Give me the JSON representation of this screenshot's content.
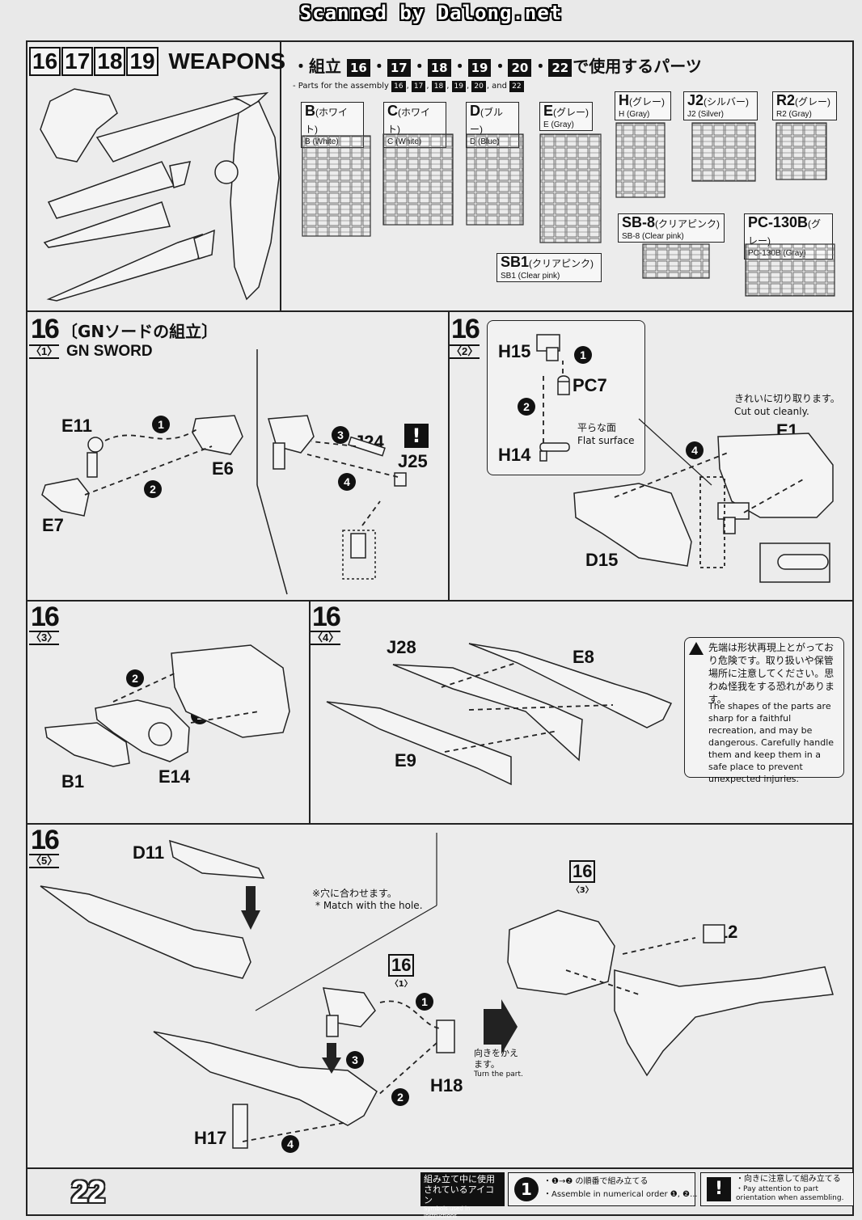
{
  "scan_credit": "Scanned by Dalong.net",
  "header": {
    "step_numbers": [
      "16",
      "17",
      "18",
      "19"
    ],
    "title": "WEAPONS"
  },
  "parts_list": {
    "title_jp": "・組立",
    "title_jp_steps": [
      "16",
      "17",
      "18",
      "19",
      "20",
      "22"
    ],
    "title_jp_suffix": "で使用するパーツ",
    "title_en": "- Parts for the assembly",
    "title_en_steps": [
      "16",
      "17",
      "18",
      "19",
      "20"
    ],
    "title_en_and": ", and",
    "title_en_last": "22",
    "runners": [
      {
        "code": "B",
        "jp": "(ホワイト)",
        "en": "B (White)"
      },
      {
        "code": "C",
        "jp": "(ホワイト)",
        "en": "C (White)"
      },
      {
        "code": "D",
        "jp": "(ブルー)",
        "en": "D (Blue)"
      },
      {
        "code": "E",
        "jp": "(グレー)",
        "en": "E (Gray)"
      },
      {
        "code": "H",
        "jp": "(グレー)",
        "en": "H (Gray)"
      },
      {
        "code": "J2",
        "jp": "(シルバー)",
        "en": "J2 (Silver)"
      },
      {
        "code": "R2",
        "jp": "(グレー)",
        "en": "R2 (Gray)"
      },
      {
        "code": "SB-8",
        "jp": "(クリアピンク)",
        "en": "SB-8 (Clear pink)"
      },
      {
        "code": "PC-130B",
        "jp": "(グレー)",
        "en": "PC-130B (Gray)"
      },
      {
        "code": "SB1",
        "jp": "(クリアピンク)",
        "en": "SB1 (Clear pink)"
      }
    ]
  },
  "step16_1": {
    "step": "16",
    "sub": "〈1〉",
    "title_jp": "〔GNソードの組立〕",
    "title_en": "GN SWORD",
    "parts": [
      "E11",
      "E6",
      "E7",
      "J24",
      "J25"
    ],
    "order": [
      "1",
      "2",
      "3",
      "4"
    ],
    "warning_mark": "!"
  },
  "step16_2": {
    "step": "16",
    "sub": "〈2〉",
    "parts": [
      "H15",
      "PC7",
      "H14",
      "E1",
      "D15"
    ],
    "flat_jp": "平らな面",
    "flat_en": "Flat surface",
    "cut_jp": "きれいに切り取ります。",
    "cut_en": "Cut out cleanly.",
    "order": [
      "1",
      "2",
      "3",
      "4"
    ]
  },
  "step16_3": {
    "step": "16",
    "sub": "〈3〉",
    "parts": [
      "B1",
      "E14"
    ],
    "order": [
      "1",
      "2"
    ]
  },
  "step16_4": {
    "step": "16",
    "sub": "〈4〉",
    "parts": [
      "J28",
      "E8",
      "E9"
    ],
    "caution_jp": "先端は形状再現上とがっており危険です。取り扱いや保管場所に注意してください。思わぬ怪我をする恐れがあります。",
    "caution_en": "The shapes of the parts are sharp for a faithful recreation, and may be dangerous. Carefully handle them and keep them in a safe place to prevent unexpected injuries."
  },
  "step16_5": {
    "step": "16",
    "sub": "〈5〉",
    "parts": [
      "D11",
      "H18",
      "H17",
      "H12"
    ],
    "hole_jp": "※穴に合わせます。",
    "hole_en": "* Match with the hole.",
    "ref1_step": "16",
    "ref1_sub": "〈1〉",
    "ref3_step": "16",
    "ref3_sub": "〈3〉",
    "turn_jp": "向きをかえます。",
    "turn_en": "Turn the part.",
    "order": [
      "1",
      "2",
      "3",
      "4"
    ]
  },
  "footer": {
    "page_number": "22",
    "icons_jp": "組み立て中に使用されているアイコン",
    "icons_en": "Symbols used in instructions",
    "order_icon": "1",
    "order_jp": "・❶→❷ の順番で組み立てる",
    "order_en": "・Assemble in numerical order ❶, ❷...",
    "orient_icon": "!",
    "orient_jp": "・向きに注意して組み立てる",
    "orient_en": "・Pay attention to part orientation when assembling."
  }
}
